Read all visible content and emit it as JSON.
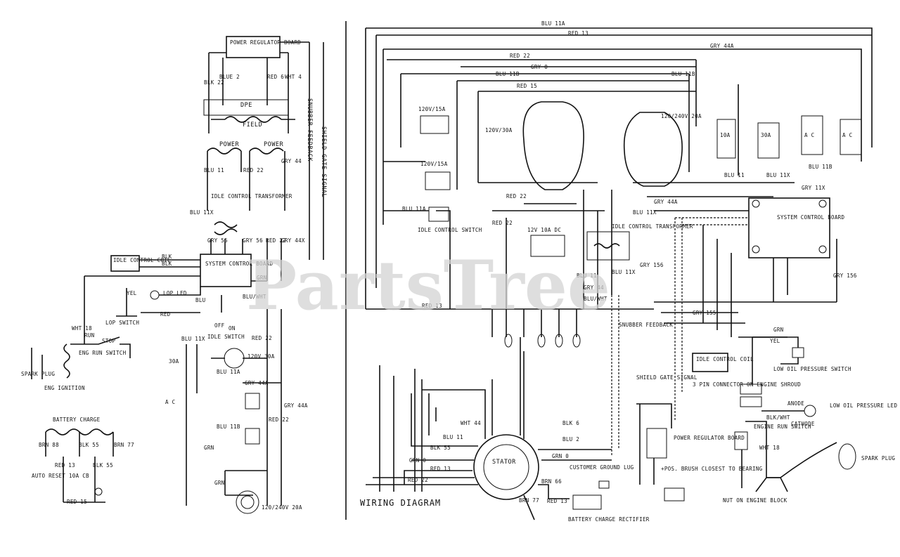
{
  "watermark": "PartsTree",
  "title": "WIRING DIAGRAM",
  "schematic": {
    "power_regulator_board": "POWER REGULATOR BOARD",
    "dpe": "DPE",
    "field": "FIELD",
    "power": "POWER",
    "idle_control_transformer": "IDLE CONTROL TRANSFORMER",
    "system_control_board": "SYSTEM CONTROL BOARD",
    "idle_control_coil": "IDLE CONTROL COIL",
    "lop_led": "LOP LED",
    "lop_switch": "LOP SWITCH",
    "idle_switch": "IDLE SWITCH",
    "off": "OFF",
    "on": "ON",
    "run": "RUN",
    "stop": "STOP",
    "eng_run_switch": "ENG RUN SWITCH",
    "spark_plug": "SPARK PLUG",
    "eng_ignition": "ENG IGNITION",
    "battery_charge": "BATTERY CHARGE",
    "auto_reset": "AUTO RESET 10A CB",
    "snubber_feedback": "SNUBBER FEEDBACK",
    "shield_gate_signal": "SHIELD GATE SIGNAL",
    "receptacle_30a": "120V 30A",
    "receptacle_240": "120/240V 20A",
    "cb_30a": "30A",
    "ac": "A C",
    "wires": [
      "BLK 22",
      "BLUE 2",
      "RED 6",
      "WHT 4",
      "BLU 11",
      "RED 22",
      "GRY 44",
      "BLU 11X",
      "GRY 55",
      "GRY 56",
      "RED 22",
      "GRY 44X",
      "BLK",
      "BLK",
      "GRN",
      "BLU",
      "YEL",
      "BLU/WHT",
      "RED",
      "WHT 18",
      "BLU 11X",
      "BLU 11A",
      "RED 22",
      "BLU 11B",
      "GRN",
      "GRY 44A",
      "RED 22",
      "GRY 44A",
      "GRN",
      "BRN 88",
      "BLK 55",
      "BRN 77",
      "RED 13",
      "RED 15",
      "BLK 55"
    ]
  },
  "wiring": {
    "top_wires": [
      "BLU 11A",
      "RED 13",
      "GRY 44A",
      "RED 22",
      "GRY 0",
      "BLU 11B",
      "RED 15",
      "BLU 11B"
    ],
    "receptacles": [
      "120V/15A",
      "120V/30A",
      "120V/15A",
      "120/240V 20A"
    ],
    "breakers": [
      "10A",
      "30A",
      "A C",
      "A C"
    ],
    "idle_control_switch": "IDLE CONTROL SWITCH",
    "idle_control_transformer": "IDLE CONTROL TRANSFORMER",
    "dc_receptacle": "12V 10A DC",
    "system_control_board": "SYSTEM CONTROL BOARD",
    "snubber_feedback": "SNUBBER FEEDBACK",
    "idle_control_coil": "IDLE CONTROL COIL",
    "shield_gate_signal": "SHIELD GATE SIGNAL",
    "connector_3pin": "3 PIN CONNECTOR ON ENGINE SHROUD",
    "low_oil_switch": "LOW OIL PRESSURE SWITCH",
    "low_oil_led": "LOW OIL PRESSURE LED",
    "anode": "ANODE",
    "cathode": "CATHODE",
    "blk_wht": "BLK/WHT",
    "yel": "YEL",
    "engine_run_switch": "ENGINE RUN SWITCH",
    "wht_18": "WHT 18",
    "spark_plug": "SPARK PLUG",
    "power_regulator_board": "POWER REGULATOR BOARD",
    "pos_brush": "+POS. BRUSH CLOSEST TO BEARING",
    "nut_on_engine_block": "NUT ON ENGINE BLOCK",
    "stator": "STATOR",
    "customer_ground_lug": "CUSTOMER GROUND LUG",
    "battery_charge_rectifier": "BATTERY CHARGE RECTIFIER",
    "stator_wires": [
      "WHT 44",
      "BLU 11",
      "BLK 55",
      "GRN 0",
      "RED 13",
      "RED 22",
      "BRN 66",
      "RED 13",
      "BRN 77",
      "BLU 2",
      "BLK 6",
      "GRN 0"
    ],
    "side_wires": [
      "BLU 11A",
      "RED 22",
      "RED 13",
      "GRY 44",
      "BLU 11X",
      "GRY 44A",
      "BLU 11B",
      "GRY 156",
      "GRY 155",
      "BLU 11X",
      "BLU/WHT",
      "GRY 156",
      "BLU 11",
      "BLU 11X",
      "GRY 11X",
      "GRN",
      "RED 22",
      "BLU 11"
    ]
  }
}
